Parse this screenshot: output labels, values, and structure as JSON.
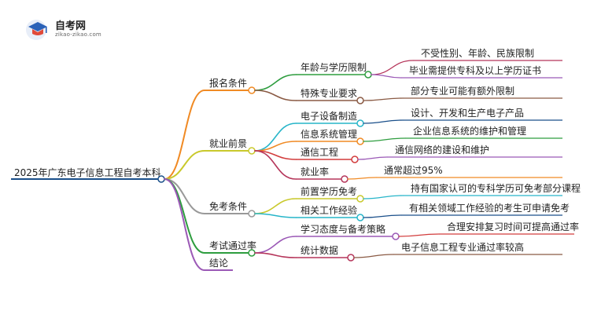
{
  "brand": {
    "name": "自考网",
    "domain": "zikao-zikao.com"
  },
  "mindmap": {
    "root": "2025年广东电子信息工程自考本科",
    "branches": [
      {
        "label": "报名条件",
        "color": "#f08a24",
        "children": [
          {
            "label": "年龄与学历限制",
            "color": "#2e9d3f",
            "children": [
              {
                "label": "不受性别、年龄、民族限制",
                "color": "#b5355a"
              },
              {
                "label": "毕业需提供专科及以上学历证书",
                "color": "#9b59b6"
              }
            ]
          },
          {
            "label": "特殊专业要求",
            "color": "#8a5a44",
            "children": [
              {
                "label": "部分专业可能有额外限制",
                "color": "#8a5a44"
              }
            ]
          }
        ]
      },
      {
        "label": "就业前景",
        "color": "#c9c92c",
        "children": [
          {
            "label": "电子设备制造",
            "color": "#27b5c9",
            "children": [
              {
                "label": "设计、开发和生产电子产品",
                "color": "#1a4f8a"
              }
            ]
          },
          {
            "label": "信息系统管理",
            "color": "#f08a24",
            "children": [
              {
                "label": "企业信息系统的维护和管理",
                "color": "#2e9d3f"
              }
            ]
          },
          {
            "label": "通信工程",
            "color": "#d23c3c",
            "children": [
              {
                "label": "通信网络的建设和维护",
                "color": "#9b59b6"
              }
            ]
          },
          {
            "label": "就业率",
            "color": "#b5355a",
            "children": [
              {
                "label": "通常超过95%",
                "color": "#f08a24"
              }
            ]
          }
        ]
      },
      {
        "label": "免考条件",
        "color": "#999999",
        "children": [
          {
            "label": "前置学历免考",
            "color": "#c9c92c",
            "children": [
              {
                "label": "持有国家认可的专科学历可免考部分课程",
                "color": "#27b5c9"
              }
            ]
          },
          {
            "label": "相关工作经验",
            "color": "#27b5c9",
            "children": [
              {
                "label": "有相关领域工作经验的考生可申请免考",
                "color": "#1a4f8a"
              }
            ]
          }
        ]
      },
      {
        "label": "考试通过率",
        "color": "#2e9d3f",
        "children": [
          {
            "label": "学习态度与备考策略",
            "color": "#9b59b6",
            "children": [
              {
                "label": "合理安排复习时间可提高通过率",
                "color": "#d23c3c"
              }
            ]
          },
          {
            "label": "统计数据",
            "color": "#b5355a",
            "children": [
              {
                "label": "电子信息工程专业通过率较高",
                "color": "#8a5a44"
              }
            ]
          }
        ]
      },
      {
        "label": "结论",
        "color": "#9b59b6",
        "children": []
      }
    ]
  }
}
